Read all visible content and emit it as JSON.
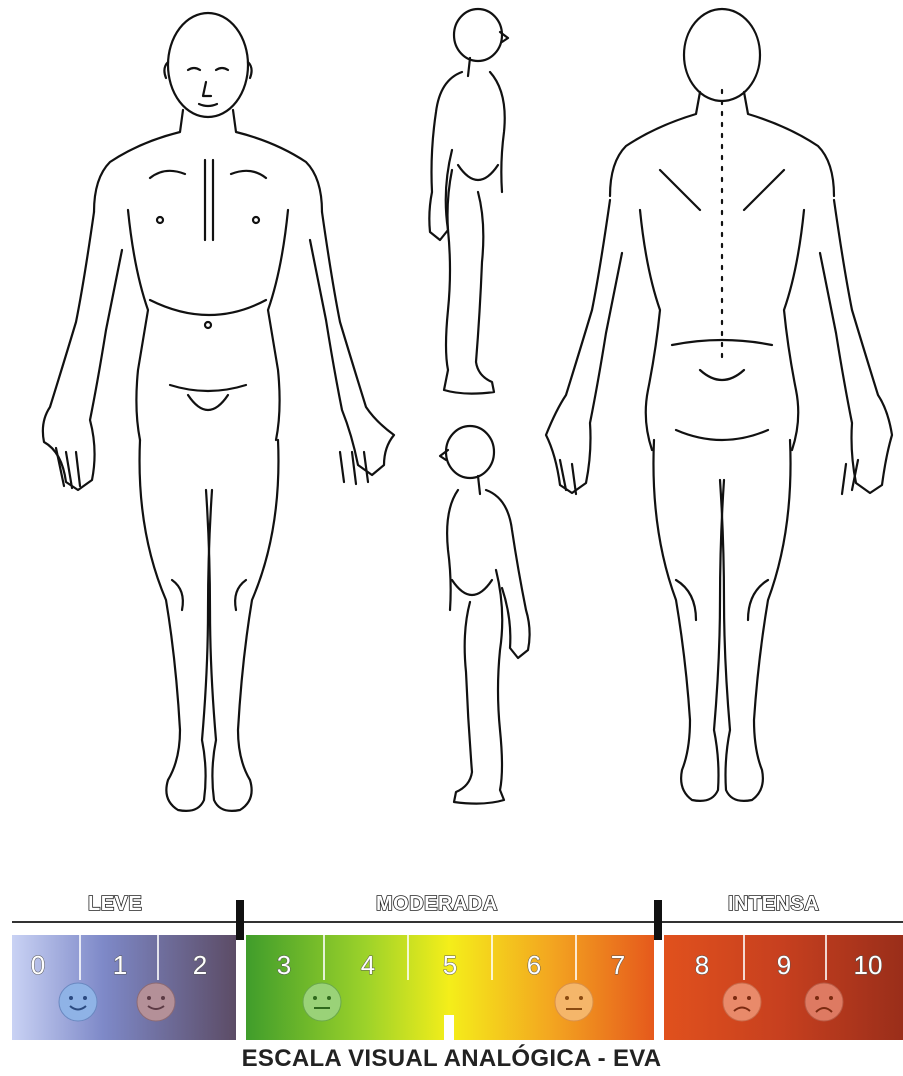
{
  "scale": {
    "title": "ESCALA VISUAL ANALÓGICA - EVA",
    "categories": [
      "LEVE",
      "MODERADA",
      "INTENSA"
    ],
    "numbers": [
      "0",
      "1",
      "2",
      "3",
      "4",
      "5",
      "6",
      "7",
      "8",
      "9",
      "10"
    ],
    "colors": {
      "leve": "#7f8fd0",
      "moderada_start": "#3f9a2a",
      "moderada_mid": "#f4ee1a",
      "moderada_end": "#e8601e",
      "intensa": "#a8351e"
    },
    "faces": [
      "smile-face-icon",
      "smile-face-icon",
      "neutral-face-icon",
      "worried-face-icon",
      "sad-face-icon",
      "sad-face-icon"
    ]
  }
}
